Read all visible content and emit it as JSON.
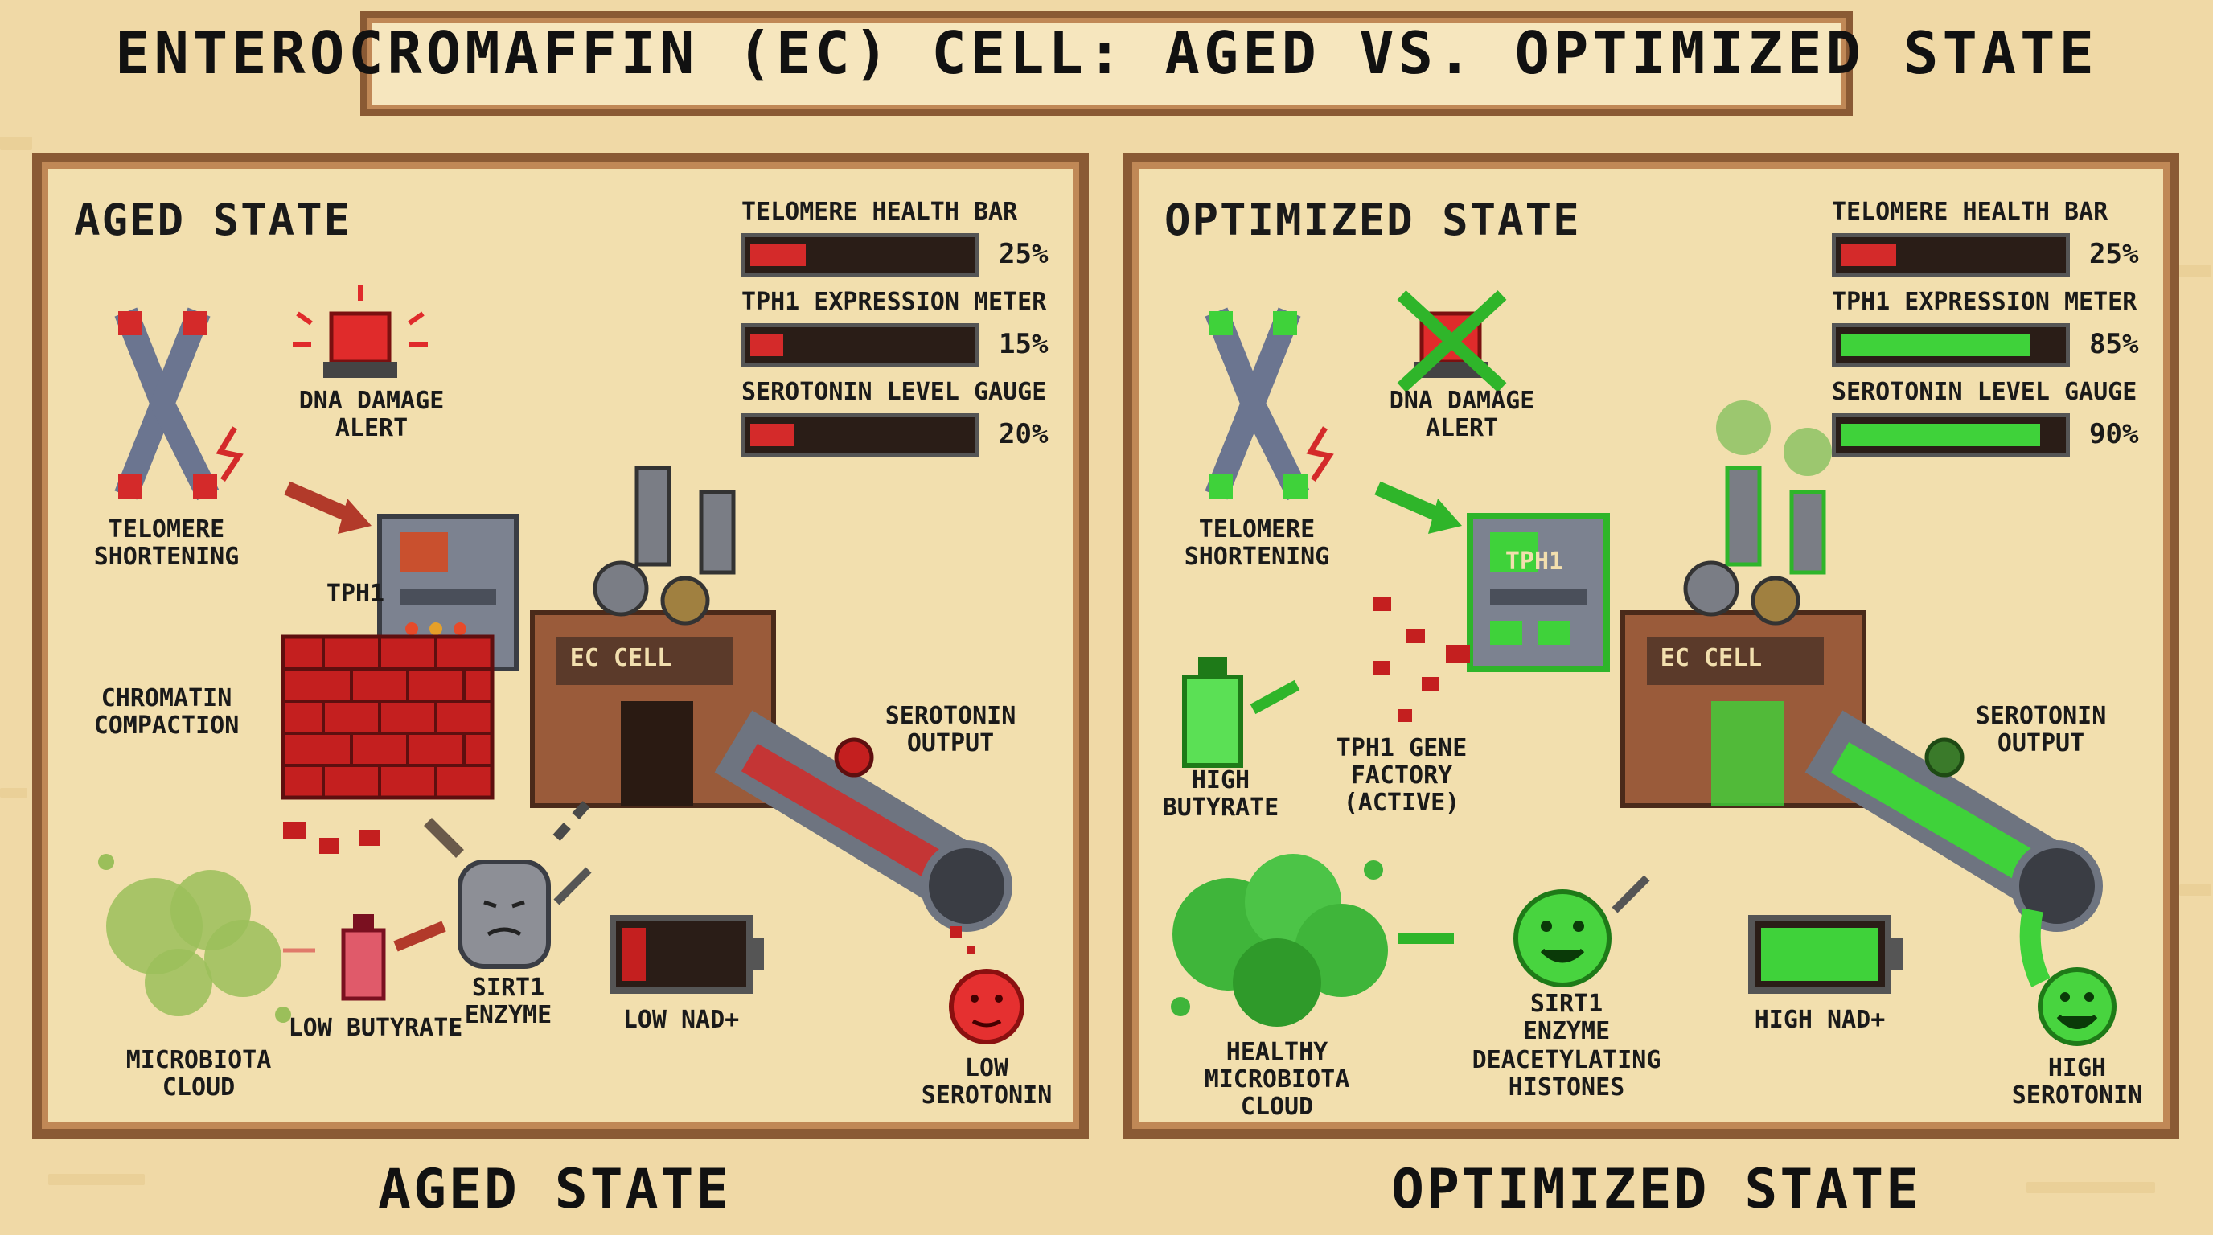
{
  "title": "ENTEROCROMAFFIN (EC) CELL: AGED VS. OPTIMIZED STATE",
  "aged": {
    "panel_title": "AGED STATE",
    "meters": [
      {
        "label": "TELOMERE HEALTH BAR",
        "value": 25,
        "display": "25%"
      },
      {
        "label": "TPH1 EXPRESSION METER",
        "value": 15,
        "display": "15%"
      },
      {
        "label": "SEROTONIN LEVEL GAUGE",
        "value": 20,
        "display": "20%"
      }
    ],
    "labels": {
      "dna_damage": "DNA DAMAGE ALERT",
      "telomere": "TELOMERE SHORTENING",
      "tph1": "TPH1",
      "chromatin": "CHROMATIN COMPACTION",
      "ec_cell": "EC CELL",
      "serotonin_output": "SEROTONIN OUTPUT",
      "microbiota": "MICROBIOTA CLOUD",
      "butyrate": "LOW BUTYRATE",
      "sirt1": "SIRT1 ENZYME",
      "nad": "LOW NAD+",
      "serotonin": "LOW SEROTONIN"
    },
    "nad_level": 0.2,
    "color": "#d42a2a"
  },
  "optimized": {
    "panel_title": "OPTIMIZED STATE",
    "meters": [
      {
        "label": "TELOMERE HEALTH BAR",
        "value": 25,
        "display": "25%"
      },
      {
        "label": "TPH1 EXPRESSION METER",
        "value": 85,
        "display": "85%"
      },
      {
        "label": "SEROTONIN LEVEL GAUGE",
        "value": 90,
        "display": "90%"
      }
    ],
    "labels": {
      "dna_damage": "DNA DAMAGE ALERT",
      "telomere": "TELOMERE SHORTENING",
      "ec_cell": "EC CELL",
      "tph1": "TPH1",
      "gene_factory": "TPH1 GENE FACTORY (ACTIVE)",
      "butyrate": "HIGH BUTYRATE",
      "serotonin_output": "SEROTONIN OUTPUT",
      "microbiota": "HEALTHY MICROBIOTA CLOUD",
      "sirt1": "SIRT1 ENZYME",
      "deacetylating": "DEACETYLATING HISTONES",
      "nad": "HIGH NAD+",
      "serotonin": "HIGH SEROTONIN"
    },
    "nad_level": 1.0,
    "color": "#3fd23a"
  },
  "bottom_labels": {
    "aged": "AGED STATE",
    "optimized": "OPTIMIZED STATE"
  },
  "icons": [
    "chromosome-icon",
    "alarm-icon",
    "factory-icon",
    "pipe-icon",
    "brick-wall-icon",
    "enzyme-robot-icon",
    "bottle-icon",
    "battery-icon",
    "smiley-icon",
    "cloud-icon",
    "arrow-icon"
  ]
}
